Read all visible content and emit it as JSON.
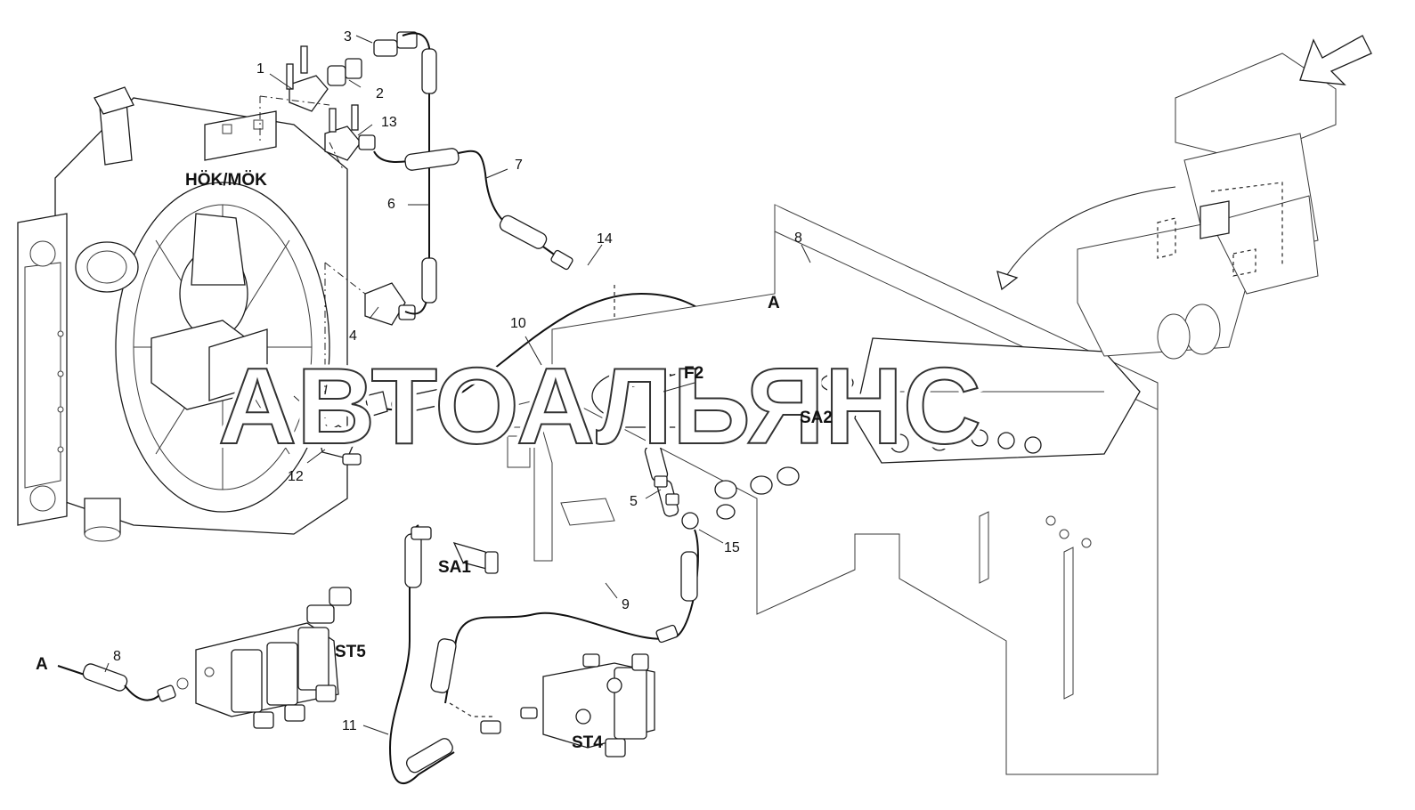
{
  "callouts": {
    "c1": "1",
    "c2": "2",
    "c3": "3",
    "c4": "4",
    "c5": "5",
    "c6": "6",
    "c7": "7",
    "c8a": "8",
    "c8b": "8",
    "c9": "9",
    "c10": "10",
    "c11": "11",
    "c12": "12",
    "c13": "13",
    "c14": "14",
    "c15": "15"
  },
  "labels": {
    "hok_mok": "HÖK/MÖK",
    "f2": "F2",
    "sa1": "SA1",
    "sa2": "SA2",
    "st4": "ST4",
    "st5": "ST5",
    "a_top": "A",
    "a_bottom": "A"
  },
  "watermark": "АВТОАЛЬЯНС"
}
